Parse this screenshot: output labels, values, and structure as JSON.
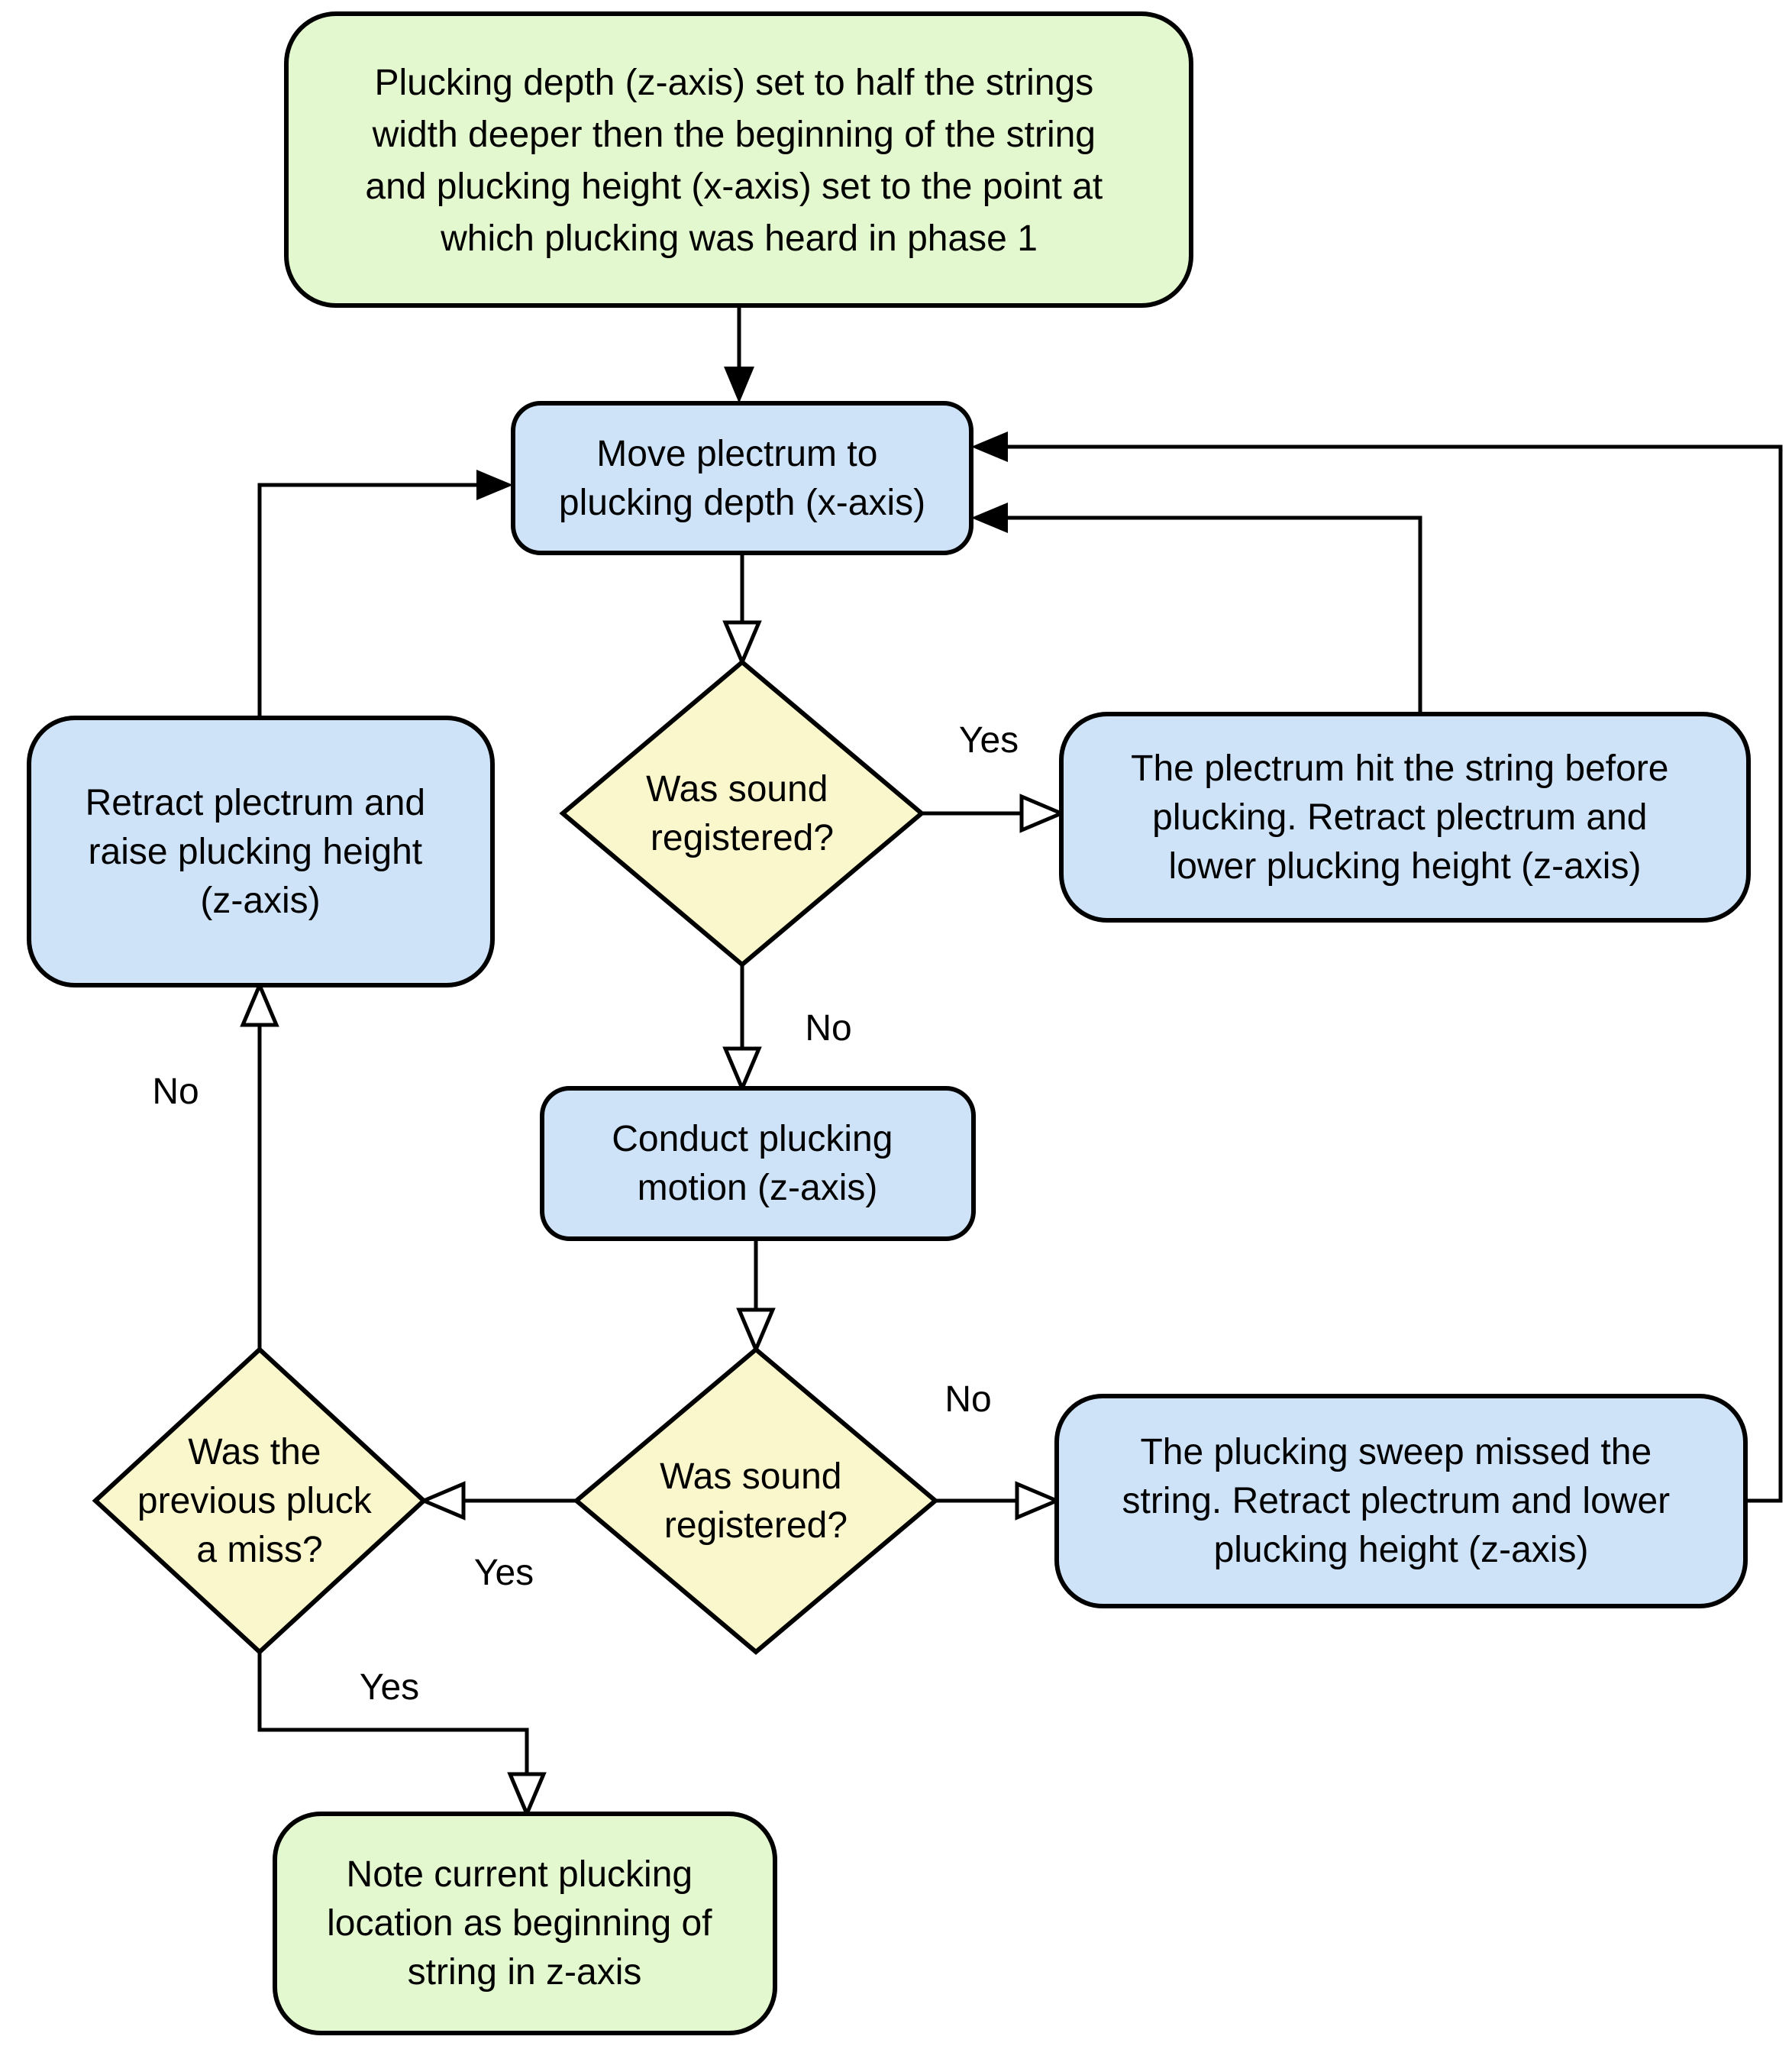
{
  "diagram": {
    "type": "flowchart",
    "nodes": {
      "start": {
        "shape": "rounded-rect",
        "lines": [
          "Plucking depth (z-axis) set to half the strings",
          "width deeper then the beginning of the string",
          "and plucking height (x-axis) set to the point at",
          "which plucking was heard in phase 1"
        ]
      },
      "move": {
        "shape": "rounded-rect",
        "lines": [
          "Move plectrum to",
          "plucking depth (x-axis)"
        ]
      },
      "decision1": {
        "shape": "diamond",
        "lines": [
          "Was sound",
          "registered?"
        ]
      },
      "hit_before": {
        "shape": "rounded-rect",
        "lines": [
          "The plectrum hit the string before",
          "plucking. Retract plectrum and",
          "lower plucking height (z-axis)"
        ]
      },
      "retract_raise": {
        "shape": "rounded-rect",
        "lines": [
          "Retract plectrum and",
          "raise plucking height",
          "(z-axis)"
        ]
      },
      "conduct": {
        "shape": "rounded-rect",
        "lines": [
          "Conduct plucking",
          "motion (z-axis)"
        ]
      },
      "decision2": {
        "shape": "diamond",
        "lines": [
          "Was sound",
          "registered?"
        ]
      },
      "sweep_missed": {
        "shape": "rounded-rect",
        "lines": [
          "The plucking sweep missed the",
          "string. Retract plectrum and lower",
          "plucking height (z-axis)"
        ]
      },
      "decision3": {
        "shape": "diamond",
        "lines": [
          "Was the",
          "previous pluck",
          "a miss?"
        ]
      },
      "note": {
        "shape": "rounded-rect",
        "lines": [
          "Note current plucking",
          "location as beginning of",
          "string in z-axis"
        ]
      }
    },
    "labels": {
      "d1_yes": "Yes",
      "d1_no": "No",
      "d2_no": "No",
      "d2_yes": "Yes",
      "d3_no": "No",
      "d3_yes": "Yes"
    },
    "colors": {
      "start_fill": "#e3f8ce",
      "process_fill": "#cee3f8",
      "decision_fill": "#fbf7cc",
      "stroke": "#000000"
    }
  }
}
